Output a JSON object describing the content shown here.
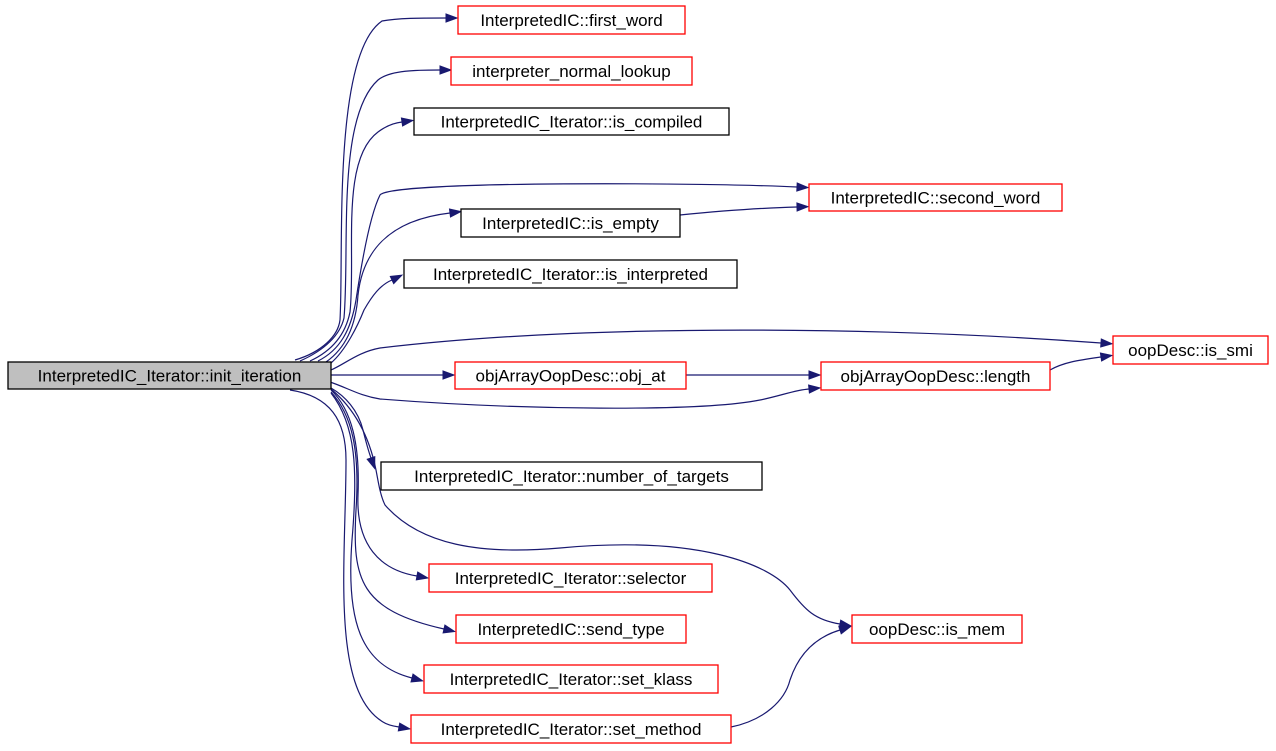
{
  "diagram": {
    "type": "call-graph",
    "colors": {
      "edge": "#191970",
      "root_fill": "#bfbfbf",
      "root_border": "#000000",
      "documented_border": "#000000",
      "linked_border": "#ff0000",
      "node_fill": "#ffffff"
    },
    "nodes": [
      {
        "id": "root",
        "label": "InterpretedIC_Iterator::init_iteration",
        "style": "root"
      },
      {
        "id": "first_word",
        "label": "InterpretedIC::first_word",
        "style": "linked"
      },
      {
        "id": "normal_lookup",
        "label": "interpreter_normal_lookup",
        "style": "linked"
      },
      {
        "id": "is_compiled",
        "label": "InterpretedIC_Iterator::is_compiled",
        "style": "documented"
      },
      {
        "id": "second_word",
        "label": "InterpretedIC::second_word",
        "style": "linked"
      },
      {
        "id": "is_empty",
        "label": "InterpretedIC::is_empty",
        "style": "documented"
      },
      {
        "id": "is_interpreted",
        "label": "InterpretedIC_Iterator::is_interpreted",
        "style": "documented"
      },
      {
        "id": "is_smi",
        "label": "oopDesc::is_smi",
        "style": "linked"
      },
      {
        "id": "obj_at",
        "label": "objArrayOopDesc::obj_at",
        "style": "linked"
      },
      {
        "id": "length",
        "label": "objArrayOopDesc::length",
        "style": "linked"
      },
      {
        "id": "number_of_targets",
        "label": "InterpretedIC_Iterator::number_of_targets",
        "style": "documented"
      },
      {
        "id": "selector",
        "label": "InterpretedIC_Iterator::selector",
        "style": "linked"
      },
      {
        "id": "is_mem",
        "label": "oopDesc::is_mem",
        "style": "linked"
      },
      {
        "id": "send_type",
        "label": "InterpretedIC::send_type",
        "style": "linked"
      },
      {
        "id": "set_klass",
        "label": "InterpretedIC_Iterator::set_klass",
        "style": "linked"
      },
      {
        "id": "set_method",
        "label": "InterpretedIC_Iterator::set_method",
        "style": "linked"
      }
    ],
    "edges": [
      {
        "from": "root",
        "to": "first_word"
      },
      {
        "from": "root",
        "to": "normal_lookup"
      },
      {
        "from": "root",
        "to": "is_compiled"
      },
      {
        "from": "root",
        "to": "second_word"
      },
      {
        "from": "root",
        "to": "is_empty"
      },
      {
        "from": "is_empty",
        "to": "second_word"
      },
      {
        "from": "root",
        "to": "is_interpreted"
      },
      {
        "from": "root",
        "to": "is_smi"
      },
      {
        "from": "root",
        "to": "obj_at"
      },
      {
        "from": "obj_at",
        "to": "length"
      },
      {
        "from": "root",
        "to": "length"
      },
      {
        "from": "length",
        "to": "is_smi"
      },
      {
        "from": "root",
        "to": "number_of_targets"
      },
      {
        "from": "root",
        "to": "is_mem"
      },
      {
        "from": "root",
        "to": "selector"
      },
      {
        "from": "root",
        "to": "send_type"
      },
      {
        "from": "root",
        "to": "set_klass"
      },
      {
        "from": "root",
        "to": "set_method"
      },
      {
        "from": "set_method",
        "to": "is_mem"
      }
    ]
  }
}
